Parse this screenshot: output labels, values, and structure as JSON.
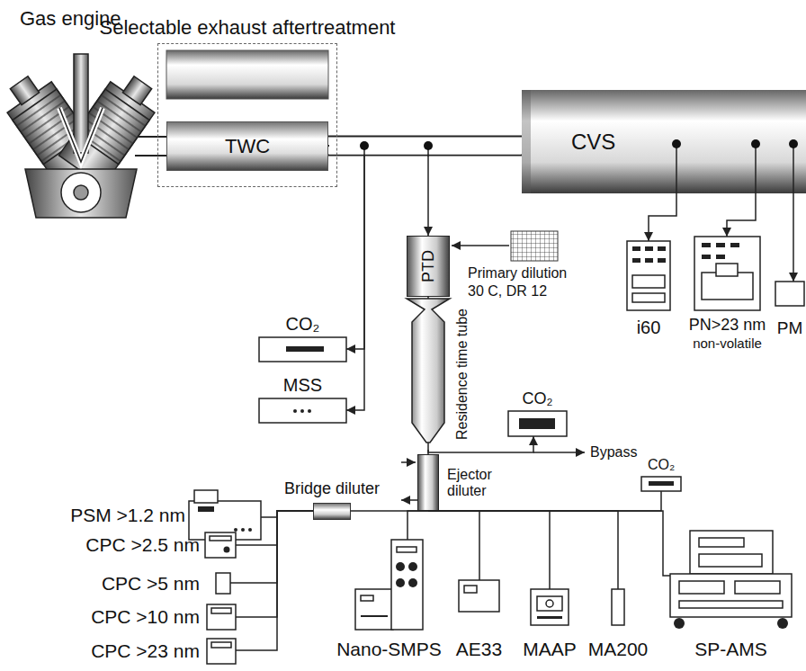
{
  "diagram": {
    "nodes": [
      {
        "text": [
          "Selectable exhaust aftertreatment"
        ]
      },
      {
        "text": [
          "TWC"
        ],
        "in": 0
      },
      {
        "text": [
          "CVS"
        ]
      },
      {
        "text": [
          "CO₂"
        ]
      },
      {
        "text": [
          "MSS"
        ]
      },
      {
        "text": [
          "PTD"
        ]
      },
      {
        "text": [
          "Residence time tube"
        ]
      },
      {
        "text": [
          "CO₂"
        ]
      },
      {
        "text": [
          "Ejector diluter"
        ]
      },
      {
        "text": [
          "i60"
        ]
      },
      {
        "text": [
          "PN>23 nm",
          "non-volatile"
        ]
      },
      {
        "text": [
          "PM"
        ]
      },
      {
        "text": [
          "PSM >1.2 nm"
        ]
      },
      {
        "text": [
          "CPC >2.5 nm"
        ]
      },
      {
        "text": [
          "CPC >5 nm"
        ]
      },
      {
        "text": [
          "CPC >10 nm"
        ]
      },
      {
        "text": [
          "CPC >23 nm"
        ]
      },
      {
        "text": [
          "Bridge diluter"
        ]
      },
      {
        "text": [
          "Nano-SMPS"
        ]
      },
      {
        "text": [
          "AE33"
        ]
      },
      {
        "text": [
          "MAAP"
        ]
      },
      {
        "text": [
          "MA200"
        ]
      },
      {
        "text": [
          "CO₂"
        ]
      },
      {
        "text": [
          "SP-AMS"
        ]
      }
    ],
    "edges": [
      {
        "from": 1,
        "to": 2,
        "arrow": "none"
      },
      {
        "from": 1,
        "to": 3,
        "arrow": "to"
      },
      {
        "from": 1,
        "to": 4,
        "arrow": "to"
      },
      {
        "from": 1,
        "to": 5,
        "arrow": "to"
      },
      {
        "from": 2,
        "to": 9,
        "arrow": "to"
      },
      {
        "from": 2,
        "to": 10,
        "arrow": "to"
      },
      {
        "from": 2,
        "to": 11,
        "arrow": "to"
      },
      {
        "from": 5,
        "to": 6,
        "arrow": "none"
      },
      {
        "from": 6,
        "to": 7,
        "arrow": "to"
      },
      {
        "from": 6,
        "to": 8,
        "arrow": "none"
      },
      {
        "from": 8,
        "to": 17,
        "arrow": "none"
      },
      {
        "from": 8,
        "to": 18,
        "arrow": "none"
      },
      {
        "from": 8,
        "to": 19,
        "arrow": "none"
      },
      {
        "from": 8,
        "to": 20,
        "arrow": "none"
      },
      {
        "from": 8,
        "to": 21,
        "arrow": "none"
      },
      {
        "from": 8,
        "to": 22,
        "arrow": "none"
      },
      {
        "from": 8,
        "to": 23,
        "arrow": "none"
      },
      {
        "from": 17,
        "to": 12,
        "arrow": "none"
      },
      {
        "from": 17,
        "to": 13,
        "arrow": "none"
      },
      {
        "from": 17,
        "to": 14,
        "arrow": "none"
      },
      {
        "from": 17,
        "to": 15,
        "arrow": "none"
      },
      {
        "from": 17,
        "to": 16,
        "arrow": "none"
      }
    ],
    "labels": [
      "Gas engine",
      "Primary dilution 30 C, DR 12",
      "Bypass"
    ]
  }
}
